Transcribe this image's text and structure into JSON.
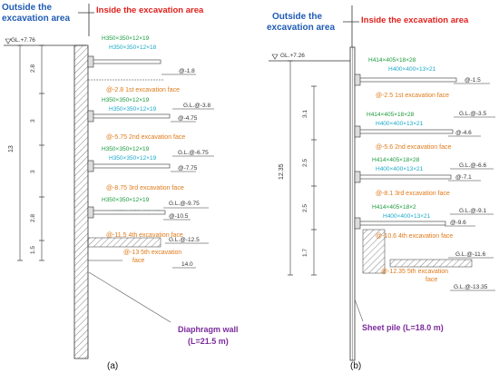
{
  "colors": {
    "outside": "#1f5bb5",
    "inside": "#e0201b",
    "strut": "#1a9a3c",
    "waler": "#1aa8c8",
    "excavation": "#e07a1a",
    "wall_label": "#7b2a9c",
    "line": "#333333",
    "hatch": "#555555"
  },
  "panels": {
    "a": {
      "outside_label": "Outside the excavation area",
      "inside_label": "Inside the excavation area",
      "gl_top": "GL.+7.76",
      "total_depth": "13",
      "segments": [
        "2.8",
        "3",
        "3",
        "2.8",
        "1.5"
      ],
      "struts": [
        "H350×350×12×19",
        "H350×350×12×19",
        "H350×350×12×19",
        "H350×350×12×19"
      ],
      "walers": [
        "H350×350×12×18",
        "H350×350×12×19",
        "H350×350×12×19",
        "H350×350×12×19"
      ],
      "levels": [
        "@-1.8",
        "G.L.@-3.8",
        "@-4.75",
        "G.L.@-6.75",
        "@-7.75",
        "G.L.@-9.75",
        "@-10.5",
        "G.L.@-12.5",
        "14.0"
      ],
      "excavation_faces": [
        "@-2.8 1st excavation face",
        "@-5.75 2nd excavation face",
        "@-8.75 3rd excavation face",
        "@-11.5 4th excavation face",
        "@-13 5th excavation",
        "face"
      ],
      "wall_title": "Diaphragm wall",
      "wall_length": "(L=21.5 m)",
      "caption": "(a)"
    },
    "b": {
      "outside_label": "Outside the excavation area",
      "inside_label": "Inside the excavation area",
      "gl_top": "GL.+7.26",
      "total_depth": "12.35",
      "segments": [
        "3.1",
        "2.5",
        "2.5",
        "1.7"
      ],
      "struts": [
        "H414×405×18×28",
        "H414×405×18×28",
        "H414×405×18×28",
        "H414×405×18×2"
      ],
      "walers": [
        "H400×400×13×21",
        "H400×400×13×21",
        "H400×400×13×21",
        "H400×400×13×21"
      ],
      "levels": [
        "@-1.5",
        "G.L.@-3.5",
        "@-4.6",
        "G.L.@-6.6",
        "@-7.1",
        "G.L.@-9.1",
        "@-9.6",
        "G.L.@-11.6",
        "G.L.@-13.35"
      ],
      "excavation_faces": [
        "@-2.5 1st excavation face",
        "@-5.6 2nd excavation face",
        "@-8.1 3rd excavation face",
        "@-10.6 4th excavation face",
        "@-12.35 5th excavation",
        "face"
      ],
      "wall_title": "Sheet pile (L=18.0 m)",
      "caption": "(b)"
    }
  }
}
